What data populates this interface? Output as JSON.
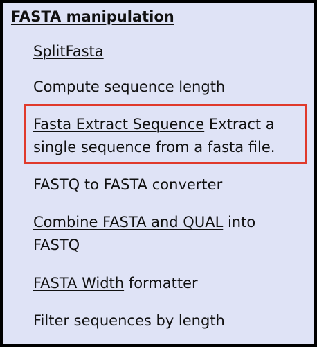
{
  "section": {
    "title": "FASTA manipulation"
  },
  "tools": [
    {
      "link": "SplitFasta",
      "desc": ""
    },
    {
      "link": "Compute sequence length",
      "desc": ""
    },
    {
      "link": "Fasta Extract Sequence",
      "desc": "Extract a single sequence from a fasta file."
    },
    {
      "link": "FASTQ to FASTA",
      "desc": "converter"
    },
    {
      "link": "Combine FASTA and QUAL",
      "desc": "into FASTQ"
    },
    {
      "link": "FASTA Width",
      "desc": "formatter"
    },
    {
      "link": "Filter sequences by length",
      "desc": ""
    }
  ],
  "colors": {
    "panel_bg": "#dfe3f6",
    "highlight_border": "#e03a2c",
    "text": "#111111"
  }
}
